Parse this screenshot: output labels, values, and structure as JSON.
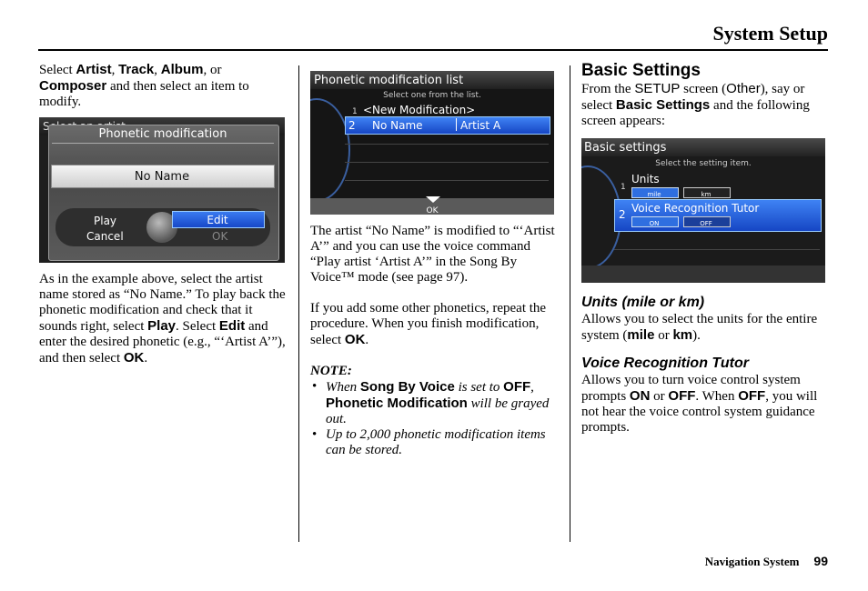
{
  "header": {
    "title": "System Setup"
  },
  "col1": {
    "p1": {
      "t1": "Select ",
      "b1": "Artist",
      "t2": ", ",
      "b2": "Track",
      "t3": ", ",
      "b3": "Album",
      "t4": ", or ",
      "b4": "Composer",
      "t5": " and then select an item to modify."
    },
    "shot": {
      "bg_title": "Select an artist.",
      "dialog_title": "Phonetic modification",
      "name_field": "No Name",
      "play": "Play",
      "edit": "Edit",
      "cancel": "Cancel",
      "ok": "OK"
    },
    "p2": {
      "t1": "As in the example above, select the artist name stored as “No Name.” To play back the phonetic modification and check that it sounds right, select ",
      "b1": "Play",
      "t2": ". Select ",
      "b2": "Edit",
      "t3": " and enter the desired phonetic (e.g., “‘Artist A’”), and then select ",
      "b3": "OK",
      "t4": "."
    }
  },
  "col2": {
    "shot": {
      "title": "Phonetic modification list",
      "subtitle": "Select one from the list.",
      "row1_num": "1",
      "row1_label": "<New Modification>",
      "row2_num": "2",
      "row2_name": "No Name",
      "row2_value": "Artist A",
      "ok": "OK"
    },
    "p1": "The artist “No Name” is modified to “‘Artist A’” and you can use the voice command “Play artist ‘Artist A’” in the Song By Voice™ mode (see page 97).",
    "p2": {
      "t1": "If you add some other phonetics, repeat the procedure. When you finish modification, select ",
      "b1": "OK",
      "t2": "."
    },
    "note_title": "NOTE:",
    "note1": {
      "t1": "When ",
      "b1": "Song By Voice",
      "t2": " is set to ",
      "b2": "OFF",
      "t3": ", ",
      "b3": "Phonetic Modification",
      "t4": " will be grayed out."
    },
    "note2": "Up to 2,000 phonetic modification items can be stored."
  },
  "col3": {
    "heading": "Basic Settings",
    "p1": {
      "t1": "From the ",
      "s1": "SETUP",
      "t2": " screen (",
      "s2": "Other",
      "t3": "), say or select ",
      "b1": "Basic Settings",
      "t4": " and the following screen appears:"
    },
    "shot": {
      "title": "Basic settings",
      "subtitle": "Select the setting item.",
      "row1_num": "1",
      "row1_label": "Units",
      "mile": "mile",
      "km": "km",
      "row2_num": "2",
      "row2_label": "Voice Recognition Tutor",
      "on": "ON",
      "off": "OFF"
    },
    "h_units": "Units (mile or km)",
    "p_units": {
      "t1": "Allows you to select the units for the entire system (",
      "b1": "mile",
      "t2": " or ",
      "b2": "km",
      "t3": ")."
    },
    "h_voice": "Voice Recognition Tutor",
    "p_voice": {
      "t1": "Allows you to turn voice control system prompts ",
      "b1": "ON",
      "t2": " or ",
      "b2": "OFF",
      "t3": ". When ",
      "b3": "OFF",
      "t4": ", you will not hear the voice control system guidance prompts."
    }
  },
  "footer": {
    "label": "Navigation System",
    "page": "99"
  }
}
